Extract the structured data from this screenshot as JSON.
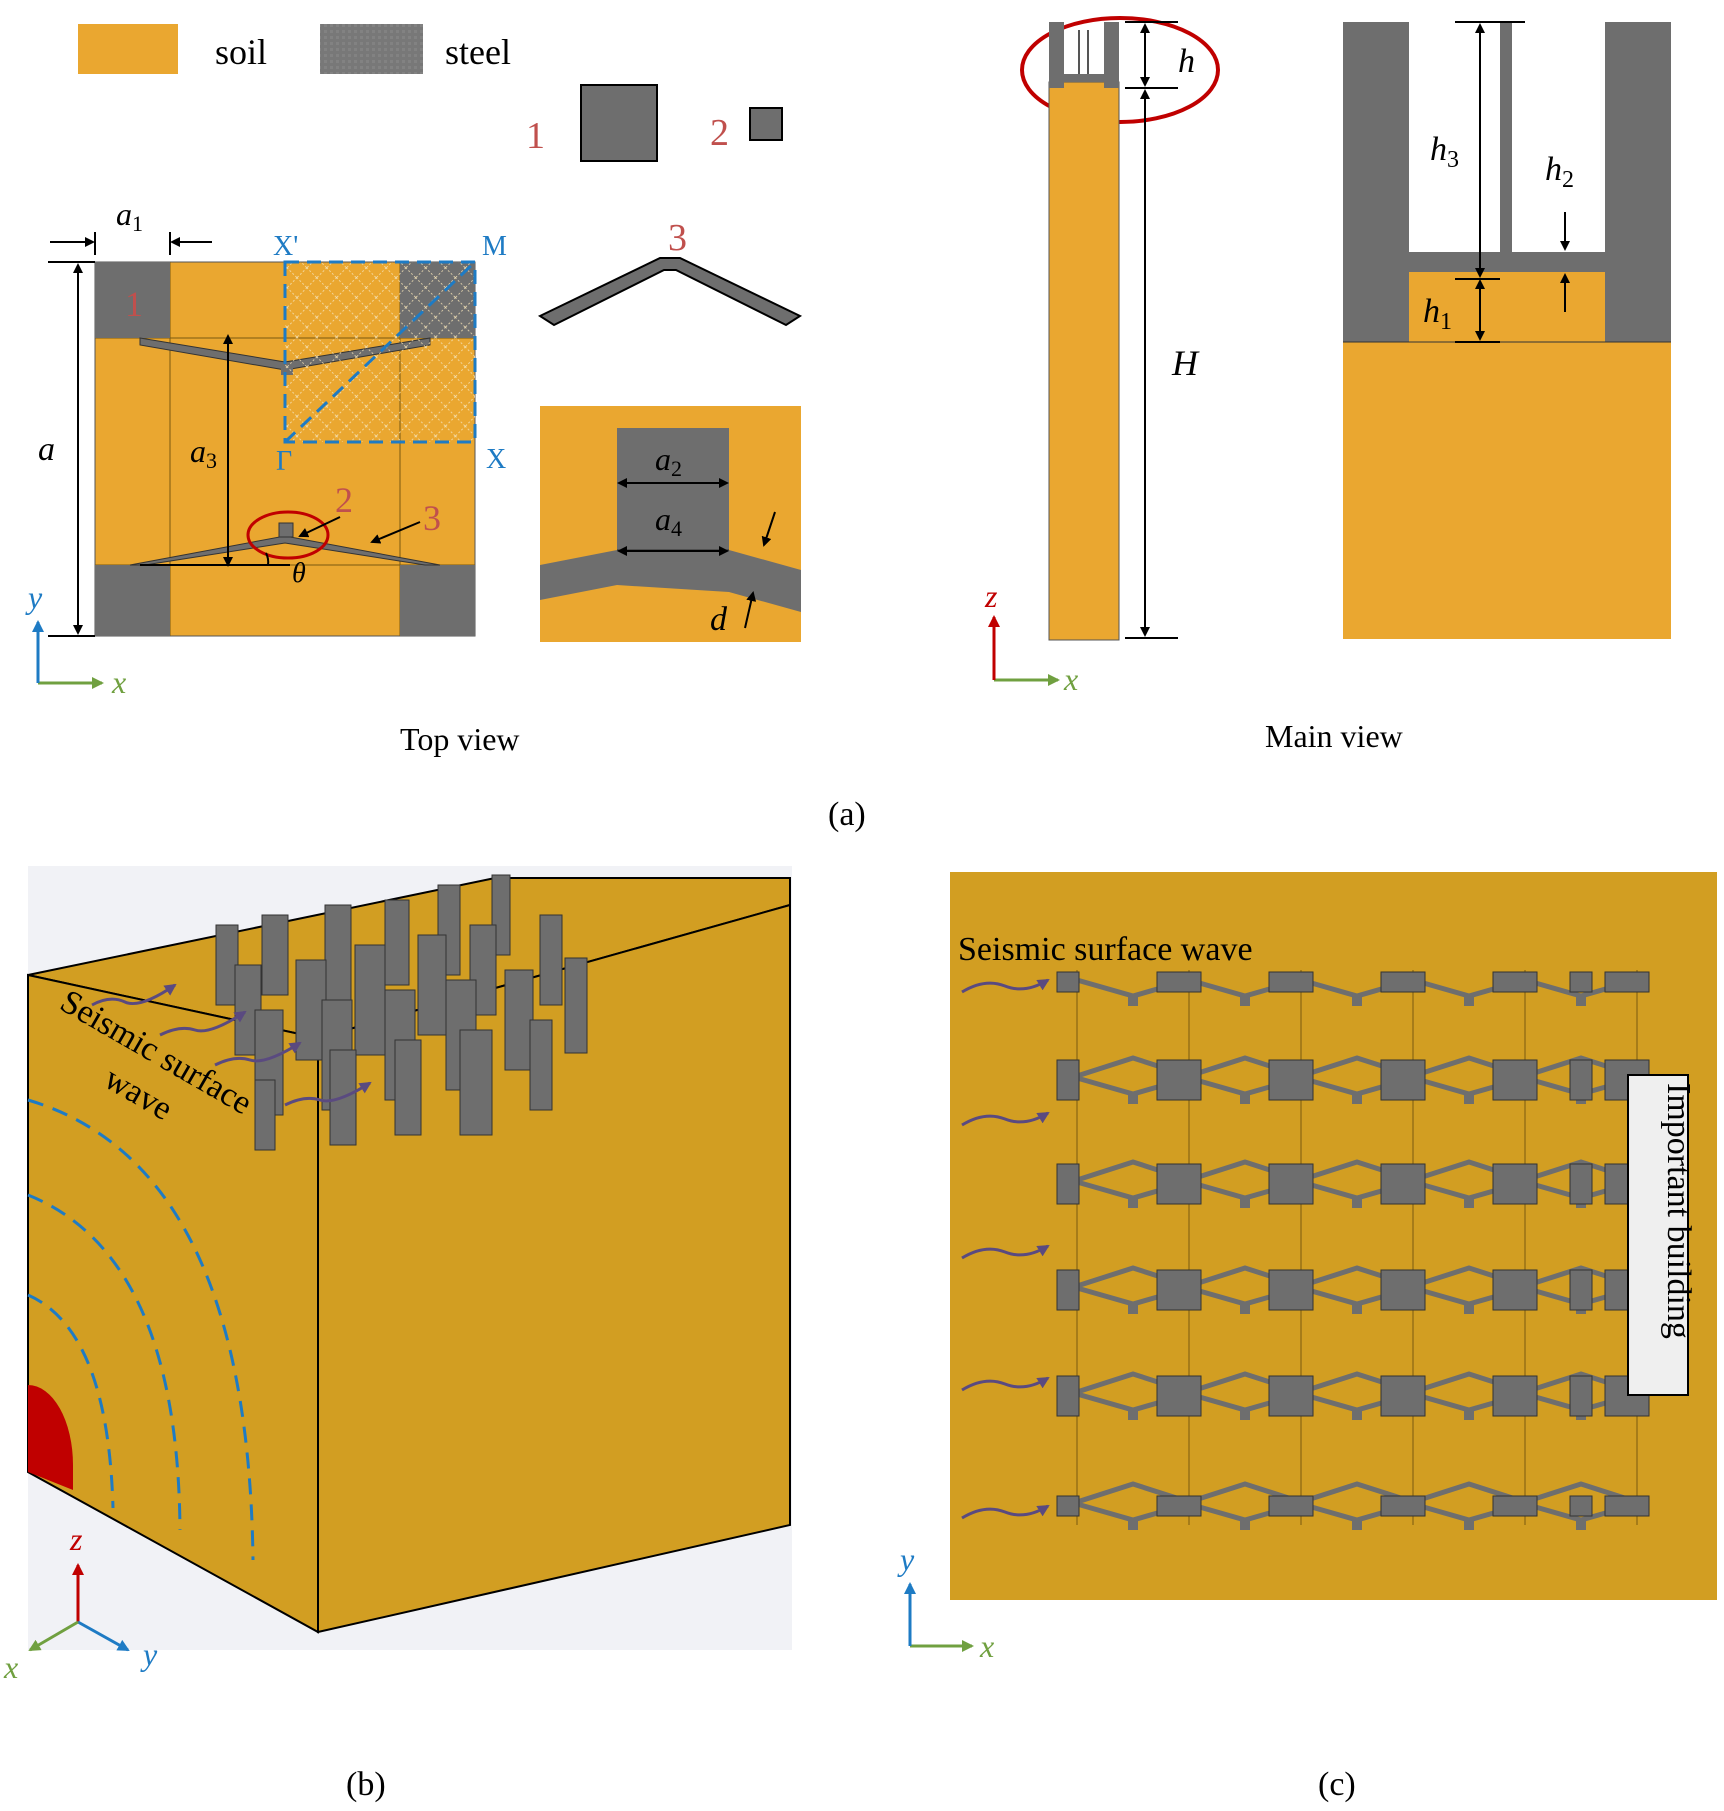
{
  "legend": {
    "soil": "soil",
    "steel": "steel"
  },
  "components": {
    "c1": "1",
    "c2": "2",
    "c3": "3"
  },
  "dims": {
    "a": "a",
    "a1": "a",
    "a1_sub": "1",
    "a2": "a",
    "a2_sub": "2",
    "a3": "a",
    "a3_sub": "3",
    "a4": "a",
    "a4_sub": "4",
    "d": "d",
    "theta": "θ",
    "h": "h",
    "H": "H",
    "h1": "h",
    "h1_sub": "1",
    "h2": "h",
    "h2_sub": "2",
    "h3": "h",
    "h3_sub": "3"
  },
  "points": {
    "Xp": "X'",
    "M": "M",
    "G": "Γ",
    "X": "X"
  },
  "axes": {
    "x": "x",
    "y": "y",
    "z": "z"
  },
  "captions": {
    "top_view": "Top view",
    "main_view": "Main view",
    "a": "(a)",
    "b": "(b)",
    "c": "(c)"
  },
  "panel_b": {
    "wave_line1": "Seismic surface",
    "wave_line2": "wave"
  },
  "panel_c": {
    "wave": "Seismic surface wave",
    "building": "Important building"
  },
  "colors": {
    "soil": "#EAA730",
    "soil_panel": "#D29E22",
    "steel": "#6E6E6E",
    "label_red": "#C0504D",
    "point_blue": "#1E7BC4",
    "axis_green": "#70A040",
    "axis_red": "#C00000",
    "wave_arrow": "#5A4A80",
    "circle": "#C00000"
  }
}
